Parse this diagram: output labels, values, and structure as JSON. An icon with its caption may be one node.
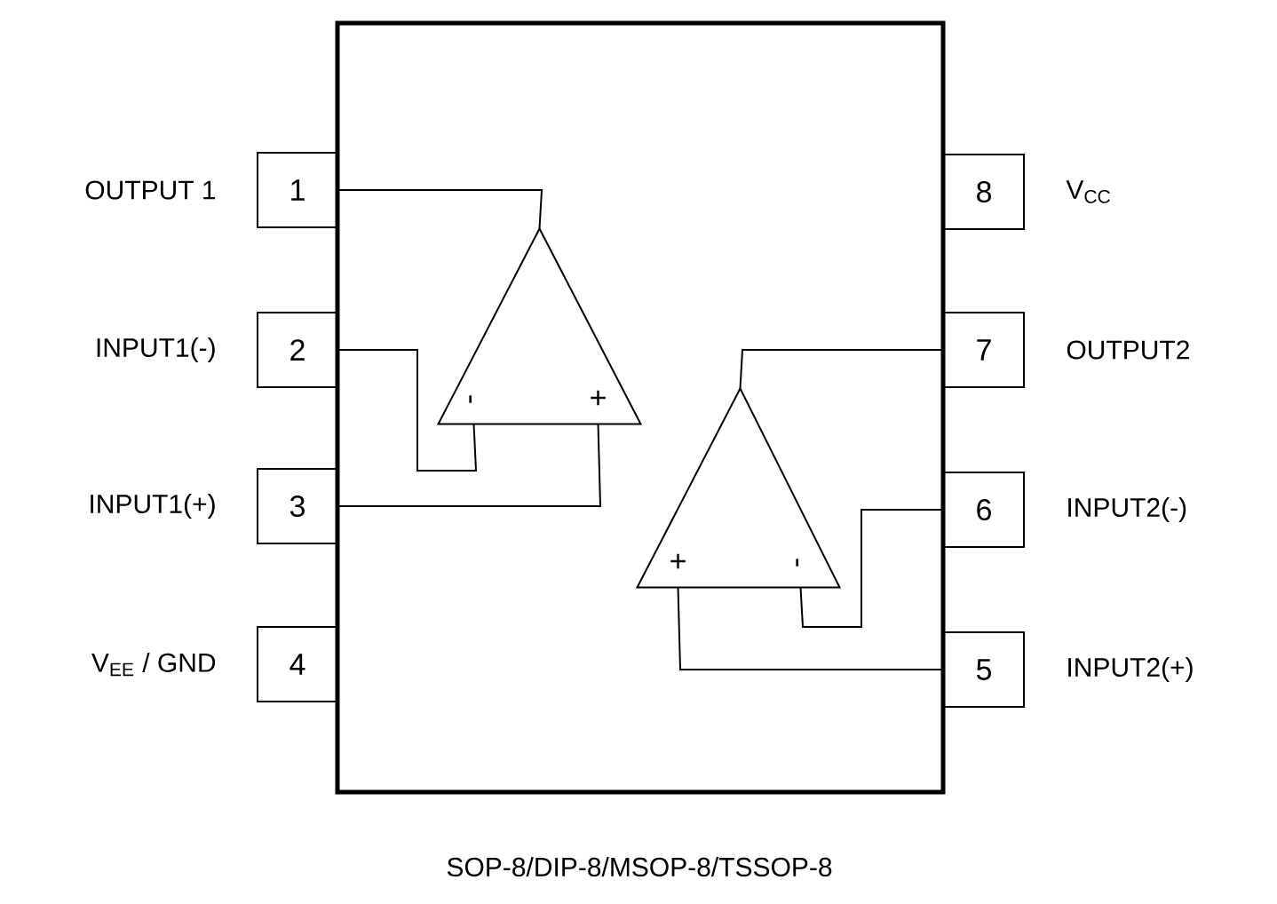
{
  "diagram": {
    "caption": "SOP-8/DIP-8/MSOP-8/TSSOP-8",
    "nodes": [
      {
        "text": [],
        "shape": "box"
      },
      {
        "text": [
          "1"
        ],
        "beside": [
          "OUTPUT 1"
        ]
      },
      {
        "text": [
          "2"
        ],
        "beside": [
          "INPUT1(-)"
        ]
      },
      {
        "text": [
          "3"
        ],
        "beside": [
          "INPUT1(+)"
        ]
      },
      {
        "text": [
          "4"
        ],
        "beside": [
          "V$_{EE}$ / GND"
        ]
      },
      {
        "text": [
          "5"
        ],
        "beside": [
          "INPUT2(+)"
        ]
      },
      {
        "text": [
          "6"
        ],
        "beside": [
          "INPUT2(-)"
        ]
      },
      {
        "text": [
          "7"
        ],
        "beside": [
          "OUTPUT2"
        ]
      },
      {
        "text": [
          "8"
        ],
        "beside": [
          "V$_{CC}$"
        ]
      },
      {
        "text": [
          "-",
          "+"
        ],
        "in": 0
      },
      {
        "text": [
          "+",
          "-"
        ],
        "in": 0
      }
    ],
    "edges": [
      {
        "from": 1,
        "to": 9,
        "arrow": "none"
      },
      {
        "from": 2,
        "to": 9,
        "arrow": "none"
      },
      {
        "from": 3,
        "to": 9,
        "arrow": "none"
      },
      {
        "from": 7,
        "to": 10,
        "arrow": "none"
      },
      {
        "from": 6,
        "to": 10,
        "arrow": "none"
      },
      {
        "from": 5,
        "to": 10,
        "arrow": "none"
      }
    ]
  }
}
